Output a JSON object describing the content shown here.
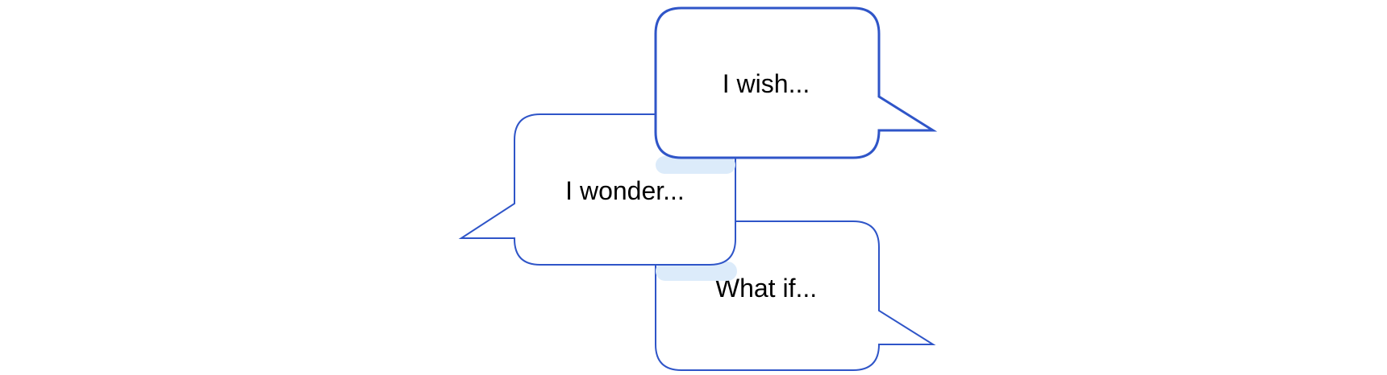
{
  "bubbles": {
    "wonder": {
      "text": "I wonder..."
    },
    "wish": {
      "text": "I wish..."
    },
    "what_if": {
      "text": "What if..."
    }
  },
  "colors": {
    "outline": "#2F55C8",
    "shadow": "#DCEBFA",
    "fill": "#FFFFFF",
    "text": "#000000"
  }
}
